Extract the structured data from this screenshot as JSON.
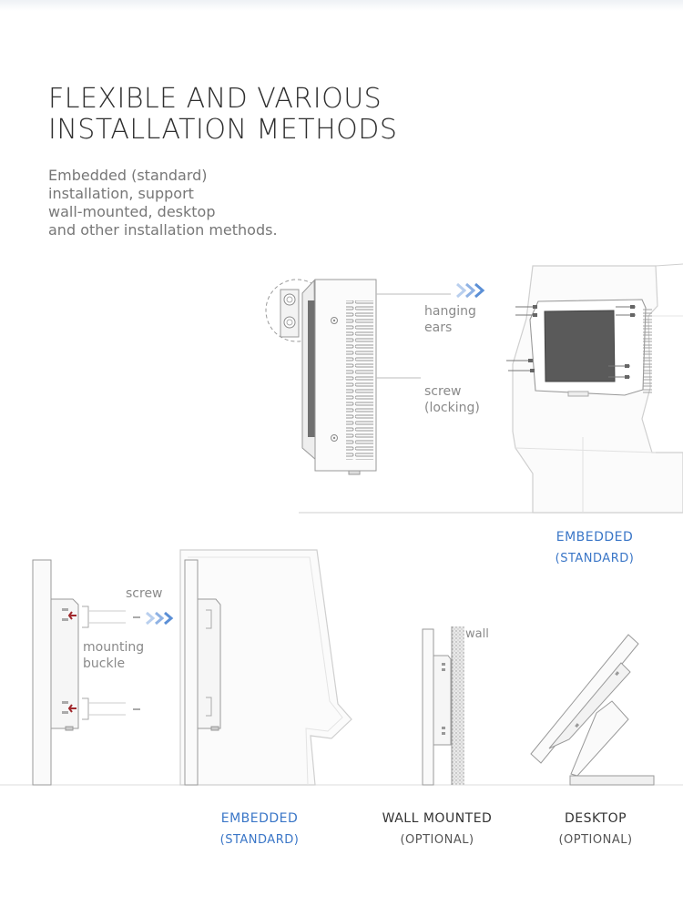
{
  "title": {
    "line1": "FLEXIBLE AND VARIOUS",
    "line2": "INSTALLATION METHODS"
  },
  "description": {
    "line1": "Embedded (standard)",
    "line2": "installation, support",
    "line3": "wall-mounted, desktop",
    "line4": "and other installation methods."
  },
  "labels": {
    "hanging_ears": [
      "hanging",
      "ears"
    ],
    "screw_locking": [
      "screw",
      "(locking)"
    ],
    "screw": "screw",
    "mounting_buckle": [
      "mounting",
      "buckle"
    ],
    "wall": "wall"
  },
  "captions": {
    "embedded_top": {
      "main": "EMBEDDED",
      "sub": "(STANDARD)"
    },
    "embedded_bottom": {
      "main": "EMBEDDED",
      "sub": "(STANDARD)"
    },
    "wall_mounted": {
      "main": "WALL MOUNTED",
      "sub": "(OPTIONAL)"
    },
    "desktop": {
      "main": "DESKTOP",
      "sub": "(OPTIONAL)"
    }
  },
  "colors": {
    "accent_blue": "#3a76c7",
    "line_gray": "#8c8c8c",
    "screen": "#5a5a5a"
  }
}
